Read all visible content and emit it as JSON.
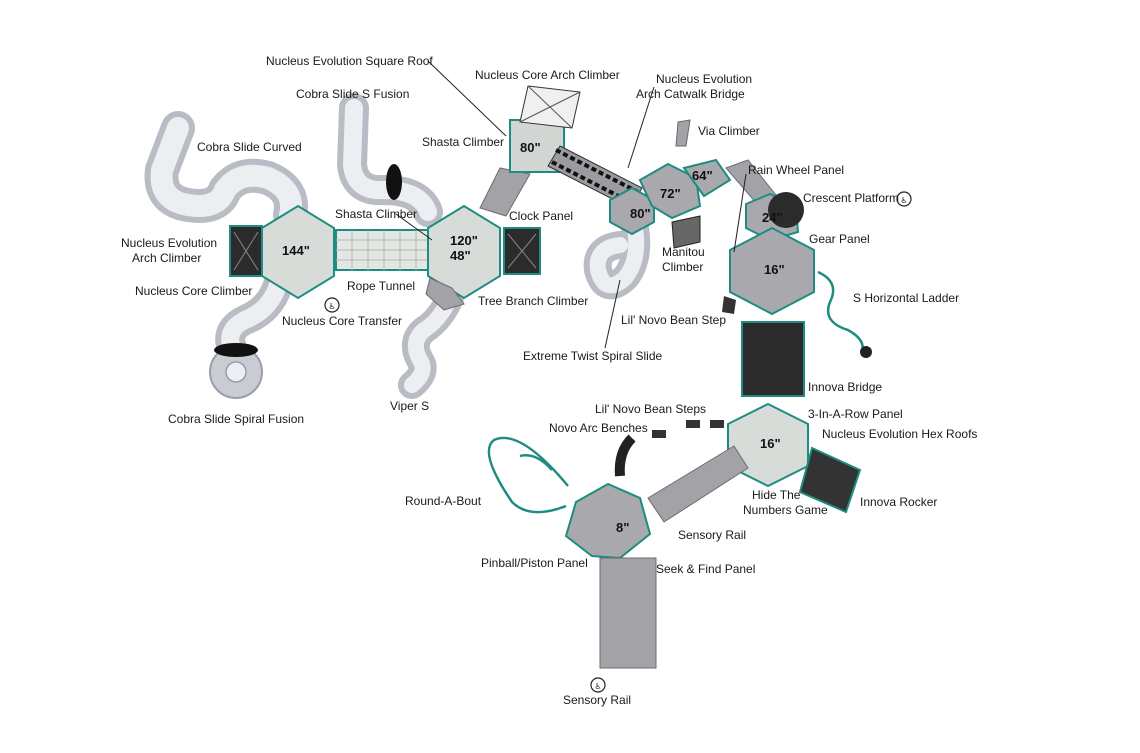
{
  "labels": {
    "square_roof": "Nucleus Evolution Square Roof",
    "core_arch_climber": "Nucleus Core Arch Climber",
    "catwalk_bridge_1": "Nucleus Evolution",
    "catwalk_bridge_2": "Arch Catwalk Bridge",
    "cobra_s_fusion": "Cobra Slide S Fusion",
    "via_climber": "Via Climber",
    "cobra_curved": "Cobra Slide Curved",
    "shasta_climber_top": "Shasta Climber",
    "rain_wheel": "Rain Wheel Panel",
    "crescent_platform": "Crescent Platform",
    "shasta_climber_mid": "Shasta Climber",
    "clock_panel": "Clock Panel",
    "evo_arch_climber_1": "Nucleus Evolution",
    "evo_arch_climber_2": "Arch Climber",
    "gear_panel": "Gear Panel",
    "manitou_1": "Manitou",
    "manitou_2": "Climber",
    "core_climber": "Nucleus Core Climber",
    "rope_tunnel": "Rope Tunnel",
    "tree_branch": "Tree Branch Climber",
    "s_ladder": "S Horizontal Ladder",
    "core_transfer": "Nucleus Core Transfer",
    "bean_step": "Lil' Novo Bean Step",
    "twist_spiral": "Extreme Twist Spiral Slide",
    "innova_bridge": "Innova Bridge",
    "viper_s": "Viper S",
    "three_in_row": "3-In-A-Row Panel",
    "bean_steps": "Lil' Novo Bean Steps",
    "cobra_spiral": "Cobra Slide Spiral Fusion",
    "novo_benches": "Novo Arc Benches",
    "hex_roofs": "Nucleus Evolution Hex Roofs",
    "round_about": "Round-A-Bout",
    "hide_numbers_1": "Hide The",
    "hide_numbers_2": "Numbers Game",
    "innova_rocker": "Innova Rocker",
    "sensory_rail_mid": "Sensory Rail",
    "pinball": "Pinball/Piston Panel",
    "seek_find": "Seek & Find Panel",
    "sensory_rail_bottom": "Sensory Rail"
  },
  "heights": {
    "left_deck": "144\"",
    "center_deck_a": "120\"",
    "center_deck_b": "48\"",
    "top_deck": "80\"",
    "deck_80": "80\"",
    "deck_72": "72\"",
    "deck_64": "64\"",
    "deck_24": "24\"",
    "deck_16_upper": "16\"",
    "deck_16_lower": "16\"",
    "deck_8": "8\""
  },
  "icons": {
    "accessible": "accessible-transfer-icon"
  },
  "colors": {
    "accent": "#1e8c80",
    "deck": "#a9a9ad",
    "slide": "#b9bcc4"
  }
}
